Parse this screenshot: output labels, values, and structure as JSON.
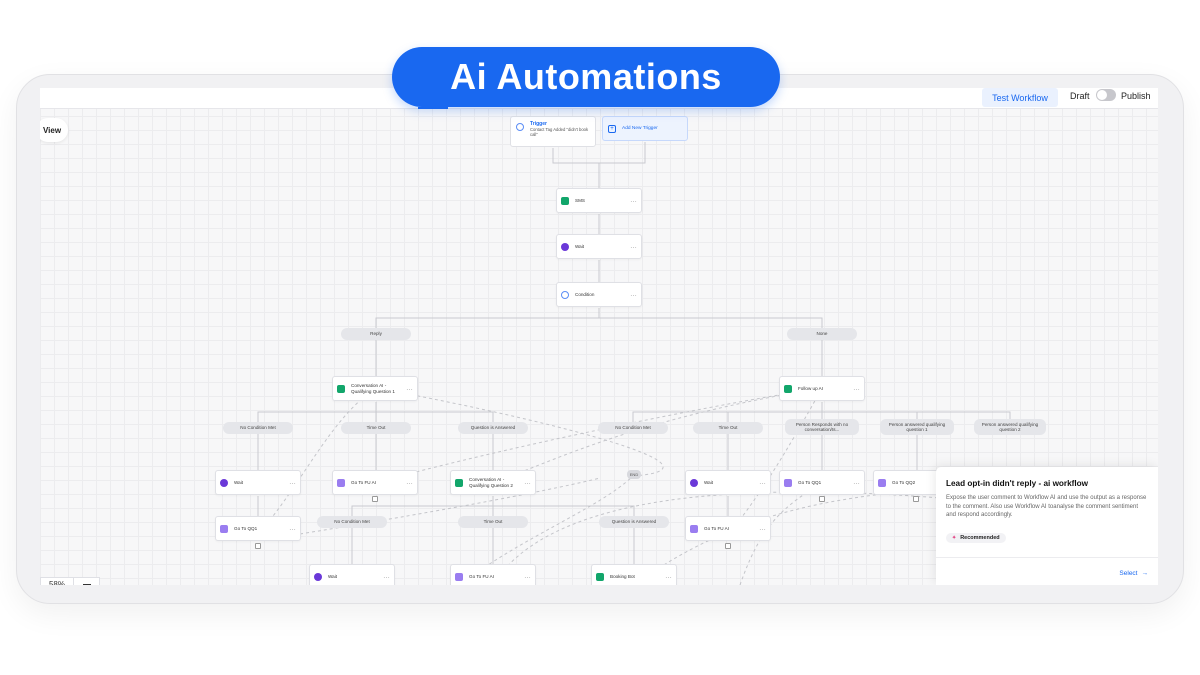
{
  "title_pill": "Ai Automations",
  "topbar": {
    "test_workflow": "Test Workflow",
    "draft": "Draft",
    "publish": "Publish",
    "view": "View"
  },
  "trigger": {
    "title": "Trigger",
    "subtitle": "Contact Tag Added \"didn't book call\"",
    "add": "Add New Trigger"
  },
  "nodes": {
    "sms": "SMS",
    "wait": "Wait",
    "condition": "Condition",
    "conv_ai_q1": "Conversation AI - Qualifying Question 1",
    "follow_up_ai": "Follow up AI",
    "wait_2": "Wait",
    "go_to_fu_ai": "Go To FU AI",
    "conv_ai_q2": "Conversation AI - Qualifying Question 2",
    "wait_3": "Wait",
    "go_to_qq1": "Go To QQ1",
    "go_to_qq2": "Go To QQ2",
    "go_to_qq1_b": "Go To QQ1",
    "go_to_fu_ai_b": "Go To FU AI",
    "wait_4": "Wait",
    "go_to_fu_ai_c": "Go To FU AI",
    "booking_bot": "Booking Bot"
  },
  "branches": {
    "reply": "Reply",
    "none": "None",
    "no_condition_met_1": "No Condition Met",
    "time_out_1": "Time Out",
    "question_answered_1": "Question is Answered",
    "no_condition_met_2": "No Condition Met",
    "time_out_2": "Time Out",
    "person_responds": "Person Responds with no conversation/ts...",
    "person_answered_q1": "Person answered qualifying question 1",
    "person_answered_q2": "Person answered qualifying question 2",
    "no_condition_met_3": "No Condition Met",
    "time_out_3": "Time Out",
    "question_answered_2": "Question is Answered"
  },
  "end_label": "END",
  "zoom": {
    "value": "58%"
  },
  "panel": {
    "title": "Lead opt-in didn't reply - ai workflow",
    "description": "Expose the user comment to Workflow AI and use the output as a response to the comment. Also use Workflow AI toanalyse the comment sentiment and respond accordingly.",
    "badge": "Recommended",
    "select": "Select"
  },
  "colors": {
    "accent": "#1968f0",
    "green_icon": "#12a66b",
    "purple_icon": "#6a38d8"
  }
}
